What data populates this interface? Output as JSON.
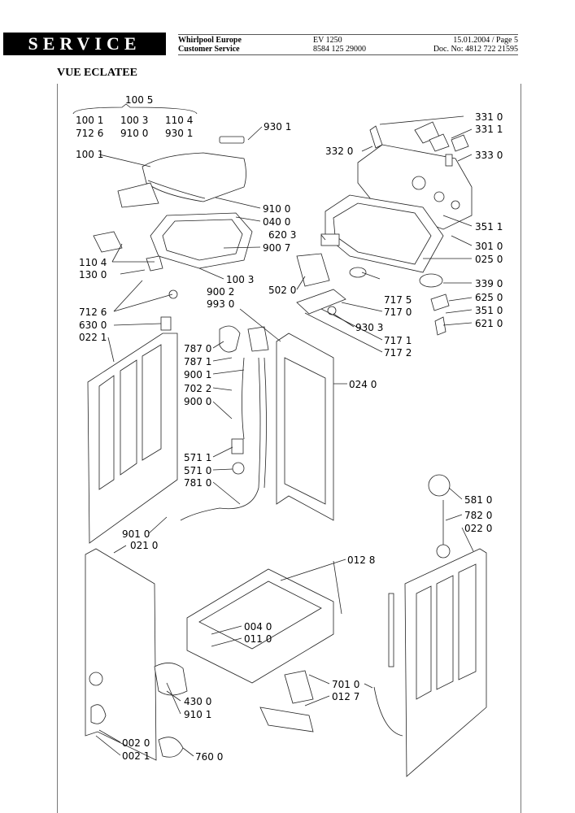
{
  "header": {
    "service": "SERVICE",
    "company": "Whirlpool Europe",
    "dept": "Customer Service",
    "model": "EV 1250",
    "code": "8584 125 29000",
    "date_page": "15.01.2004 / Page 5",
    "doc": "Doc. No: 4812 722 21595"
  },
  "title": "VUE ECLATEE",
  "labels": {
    "top_group": "100 5",
    "g1": "100 1",
    "g2": "100 3",
    "g3": "110 4",
    "g4": "712 6",
    "g5": "910 0",
    "g6": "930 1",
    "l930_1": "930 1",
    "l100_1": "100 1",
    "l910_0": "910 0",
    "l040_0": "040 0",
    "l620_3": "620 3",
    "l900_7": "900 7",
    "l110_4": "110 4",
    "l130_0": "130 0",
    "l100_3": "100 3",
    "l900_2": "900 2",
    "l993_0": "993 0",
    "l712_6": "712 6",
    "l630_0": "630 0",
    "l022_1": "022 1",
    "l502_0": "502 0",
    "l331_0": "331 0",
    "l331_1": "331 1",
    "l332_0": "332 0",
    "l333_0": "333 0",
    "l351_1": "351 1",
    "l301_0": "301 0",
    "l025_0": "025 0",
    "l339_0": "339 0",
    "l625_0": "625 0",
    "l351_0": "351 0",
    "l621_0": "621 0",
    "l717_5": "717 5",
    "l717_0": "717 0",
    "l930_3": "930 3",
    "l717_1": "717 1",
    "l717_2": "717 2",
    "l787_0": "787 0",
    "l787_1": "787 1",
    "l900_1": "900 1",
    "l702_2": "702 2",
    "l900_0": "900 0",
    "l024_0": "024 0",
    "l571_1": "571 1",
    "l571_0": "571 0",
    "l781_0": "781 0",
    "l901_0": "901 0",
    "l021_0": "021 0",
    "l581_0": "581 0",
    "l782_0": "782 0",
    "l022_0": "022 0",
    "l012_8": "012 8",
    "l004_0": "004 0",
    "l011_0": "011 0",
    "l701_0": "701 0",
    "l012_7": "012 7",
    "l430_0": "430 0",
    "l910_1": "910 1",
    "l002_0": "002 0",
    "l002_1": "002 1",
    "l760_0": "760 0"
  }
}
